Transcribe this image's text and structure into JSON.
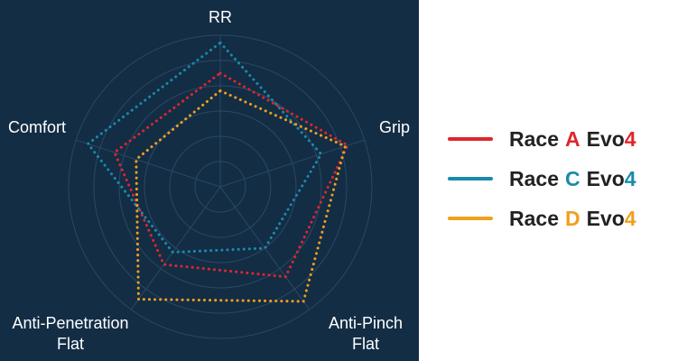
{
  "chart_data": {
    "type": "radar",
    "title": "",
    "axes": [
      "RR",
      "Grip",
      "Anti-Pinch Flat",
      "Anti-Penetration Flat",
      "Comfort"
    ],
    "range": [
      0,
      6
    ],
    "grid": true,
    "grid_rings": 6,
    "legend_position": "right",
    "series": [
      {
        "name": "Race A Evo4",
        "name_parts": [
          "Race",
          "A",
          "Evo",
          "4"
        ],
        "color": "#e0262d",
        "line_style": "dotted",
        "values": [
          4.5,
          5.3,
          4.4,
          3.8,
          4.4
        ]
      },
      {
        "name": "Race C Evo4",
        "name_parts": [
          "Race",
          "C",
          "Evo",
          "4"
        ],
        "color": "#1b8aaa",
        "line_style": "dotted",
        "values": [
          5.7,
          4.2,
          3.0,
          3.2,
          5.5
        ]
      },
      {
        "name": "Race D Evo4",
        "name_parts": [
          "Race",
          "D",
          "Evo",
          "4"
        ],
        "color": "#f0a01e",
        "line_style": "dotted",
        "values": [
          3.8,
          5.2,
          5.6,
          5.5,
          3.5
        ]
      }
    ]
  },
  "axis_label_lines": {
    "rr": [
      "RR"
    ],
    "grip": [
      "Grip"
    ],
    "anti_pinch": [
      "Anti-Pinch",
      "Flat"
    ],
    "anti_penetration": [
      "Anti-Penetration",
      "Flat"
    ],
    "comfort": [
      "Comfort"
    ]
  },
  "colors": {
    "background": "#132d45",
    "grid": "#2b4863",
    "label": "#ffffff",
    "legend_text": "#222222"
  }
}
